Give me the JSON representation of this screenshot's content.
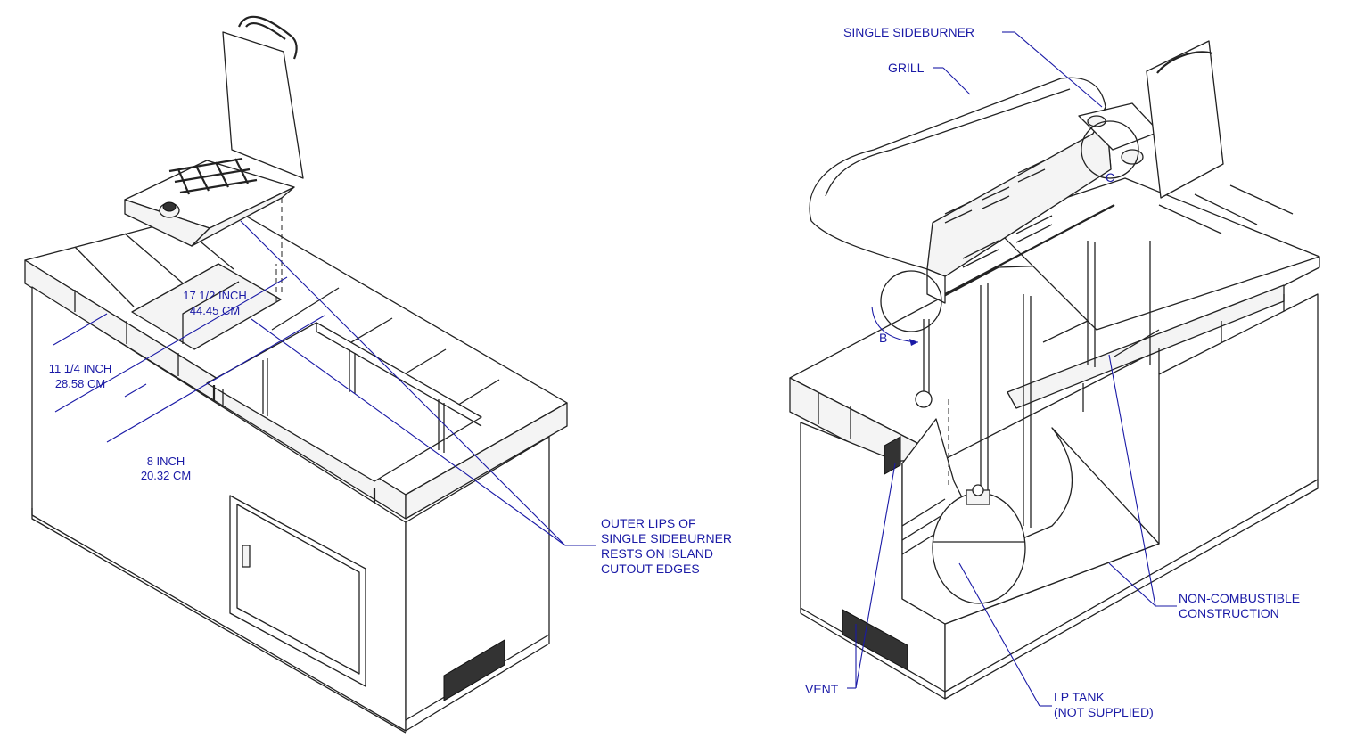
{
  "labels": {
    "dim_17": {
      "line1": "17 1/2 INCH",
      "line2": "44.45 CM"
    },
    "dim_11": {
      "line1": "11 1/4 INCH",
      "line2": "28.58 CM"
    },
    "dim_8": {
      "line1": "8 INCH",
      "line2": "20.32 CM"
    },
    "outer_lips": {
      "line1": "OUTER LIPS OF",
      "line2": "SINGLE SIDEBURNER",
      "line3": "RESTS ON ISLAND",
      "line4": "CUTOUT EDGES"
    },
    "single_sideburner": "SINGLE SIDEBURNER",
    "grill": "GRILL",
    "callout_c": "C",
    "callout_b": "B",
    "non_combustible": {
      "line1": "NON-COMBUSTIBLE",
      "line2": "CONSTRUCTION"
    },
    "vent": "VENT",
    "lp_tank": {
      "line1": "LP TANK",
      "line2": "(NOT SUPPLIED)"
    }
  },
  "colors": {
    "label": "#1a1aa6",
    "ink": "#222222",
    "background": "#ffffff"
  }
}
